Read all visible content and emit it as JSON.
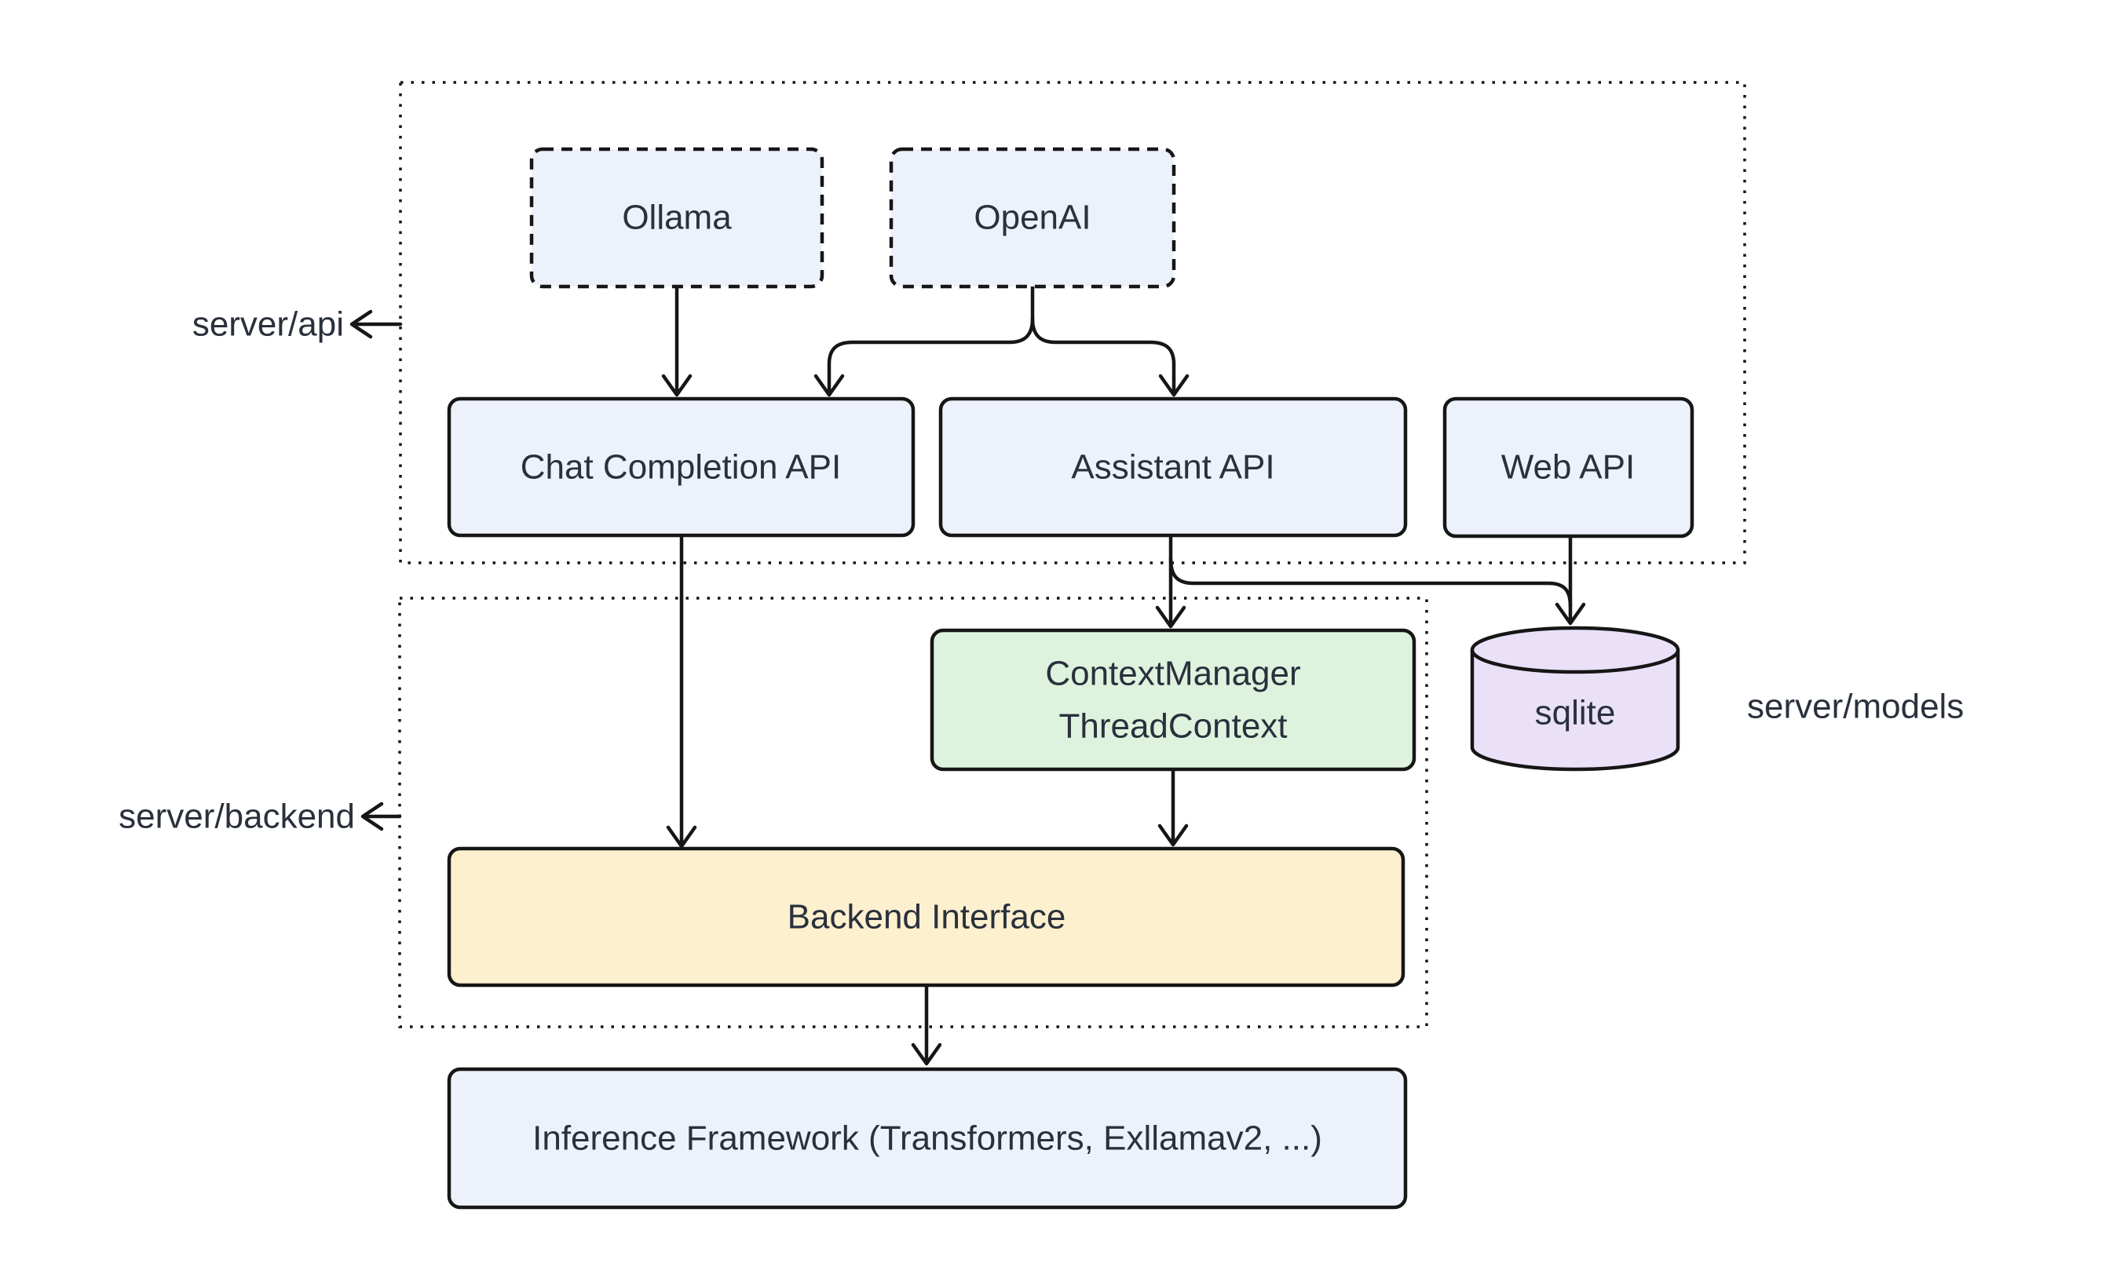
{
  "diagram": {
    "colors": {
      "background": "#ffffff",
      "stroke": "#161616",
      "text": "#2a303c",
      "node_blue": "#edf1fb",
      "node_green": "#def3de",
      "node_yellow": "#fcf0cf",
      "node_purple": "#eae1f9"
    },
    "labels": {
      "server_api": "server/api",
      "server_backend": "server/backend",
      "server_models": "server/models"
    },
    "nodes": {
      "ollama": {
        "label": "Ollama",
        "fill": "#edf1fb",
        "border": "dashed"
      },
      "openai": {
        "label": "OpenAI",
        "fill": "#edf1fb",
        "border": "dashed"
      },
      "chat_completion_api": {
        "label": "Chat Completion API",
        "fill": "#edf1fb"
      },
      "assistant_api": {
        "label": "Assistant API",
        "fill": "#edf1fb"
      },
      "web_api": {
        "label": "Web API",
        "fill": "#edf1fb"
      },
      "context_manager": {
        "lines": [
          "ContextManager",
          "ThreadContext"
        ],
        "fill": "#def3de"
      },
      "sqlite": {
        "label": "sqlite",
        "fill": "#eae1f9",
        "shape": "cylinder"
      },
      "backend_interface": {
        "label": "Backend Interface",
        "fill": "#fcf0cf"
      },
      "inference_framework": {
        "label": "Inference Framework (Transformers, Exllamav2, ...)",
        "fill": "#edf1fb"
      }
    },
    "edges": [
      {
        "from": "ollama",
        "to": "chat_completion_api"
      },
      {
        "from": "openai",
        "to": "chat_completion_api"
      },
      {
        "from": "openai",
        "to": "assistant_api"
      },
      {
        "from": "chat_completion_api",
        "to": "backend_interface"
      },
      {
        "from": "assistant_api",
        "to": "context_manager"
      },
      {
        "from": "assistant_api",
        "to": "sqlite"
      },
      {
        "from": "web_api",
        "to": "sqlite"
      },
      {
        "from": "context_manager",
        "to": "backend_interface"
      },
      {
        "from": "backend_interface",
        "to": "inference_framework"
      }
    ]
  }
}
